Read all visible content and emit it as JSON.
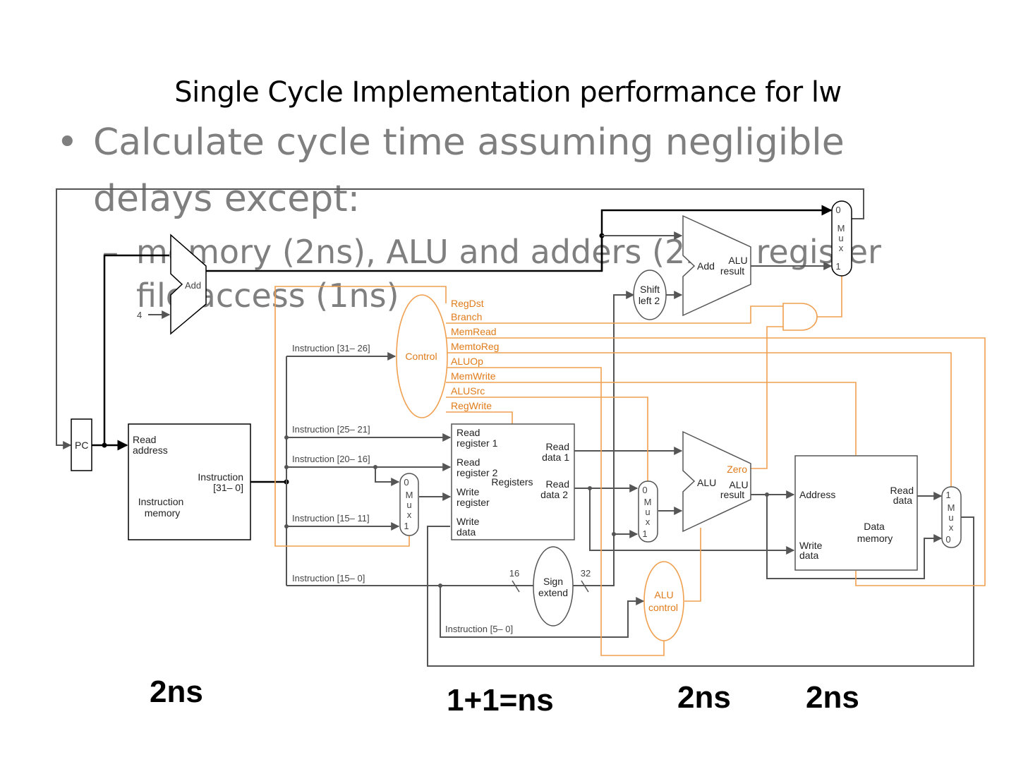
{
  "title": "Single Cycle Implementation performance for lw",
  "bullets": [
    {
      "marker": "•",
      "text": "Calculate cycle time assuming negligible delays except:"
    },
    {
      "marker": "–",
      "text": "memory (2ns), ALU and adders (2ns), register file access (1ns)"
    }
  ],
  "diagram": {
    "pc": "PC",
    "add_pc": "Add",
    "four": "4",
    "instruction_memory": {
      "read_address": [
        "Read",
        "address"
      ],
      "instruction": [
        "Instruction",
        "[31– 0]"
      ],
      "name": [
        "Instruction",
        "memory"
      ]
    },
    "instruction_fields": {
      "opcode": "Instruction [31– 26]",
      "rs": "Instruction [25– 21]",
      "rt": "Instruction [20– 16]",
      "rd": "Instruction [15– 11]",
      "imm": "Instruction [15– 0]",
      "funct": "Instruction [5– 0]"
    },
    "control": {
      "name": "Control",
      "signals": [
        "RegDst",
        "Branch",
        "MemRead",
        "MemtoReg",
        "ALUOp",
        "MemWrite",
        "ALUSrc",
        "RegWrite"
      ]
    },
    "registers": {
      "name": "Registers",
      "read_register_1": [
        "Read",
        "register 1"
      ],
      "read_register_2": [
        "Read",
        "register 2"
      ],
      "write_register": [
        "Write",
        "register"
      ],
      "write_data": [
        "Write",
        "data"
      ],
      "read_data_1": [
        "Read",
        "data 1"
      ],
      "read_data_2": [
        "Read",
        "data 2"
      ]
    },
    "mux_letters": [
      "M",
      "u",
      "x"
    ],
    "mux_0": "0",
    "mux_1": "1",
    "sign_extend": [
      "Sign",
      "extend"
    ],
    "bits_16": "16",
    "bits_32": "32",
    "shift_left_2": [
      "Shift",
      "left 2"
    ],
    "add_branch": {
      "name": "Add",
      "result": [
        "ALU",
        "result"
      ]
    },
    "alu": {
      "name": "ALU",
      "zero": "Zero",
      "result": [
        "ALU",
        "result"
      ]
    },
    "alu_control": [
      "ALU",
      "control"
    ],
    "data_memory": {
      "address": "Address",
      "read_data": [
        "Read",
        "data"
      ],
      "write_data": [
        "Write",
        "data"
      ],
      "name": [
        "Data",
        "memory"
      ]
    }
  },
  "timings": [
    "2ns",
    "1+1=ns",
    "2ns",
    "2ns"
  ],
  "colors": {
    "control_path": "#f0a050",
    "data_path": "#555555",
    "bold_path": "#000000",
    "control_text": "#e07b1a",
    "bullet_text": "#7f7f7f"
  }
}
